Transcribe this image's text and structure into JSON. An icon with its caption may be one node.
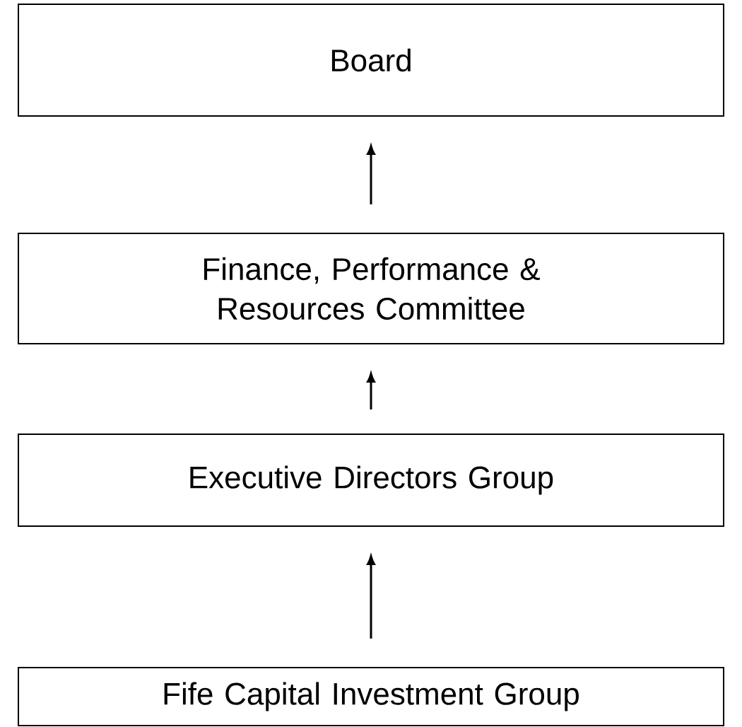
{
  "diagram": {
    "nodes": [
      {
        "text": [
          "Board"
        ]
      },
      {
        "text": [
          "Finance, Performance & Resources Committee"
        ]
      },
      {
        "text": [
          "Executive Directors Group"
        ]
      },
      {
        "text": [
          "Fife Capital Investment Group"
        ]
      }
    ],
    "edges": [
      {
        "from": 1,
        "to": 0,
        "arrow": "to"
      },
      {
        "from": 2,
        "to": 1,
        "arrow": "to"
      },
      {
        "from": 3,
        "to": 2,
        "arrow": "to"
      }
    ]
  }
}
